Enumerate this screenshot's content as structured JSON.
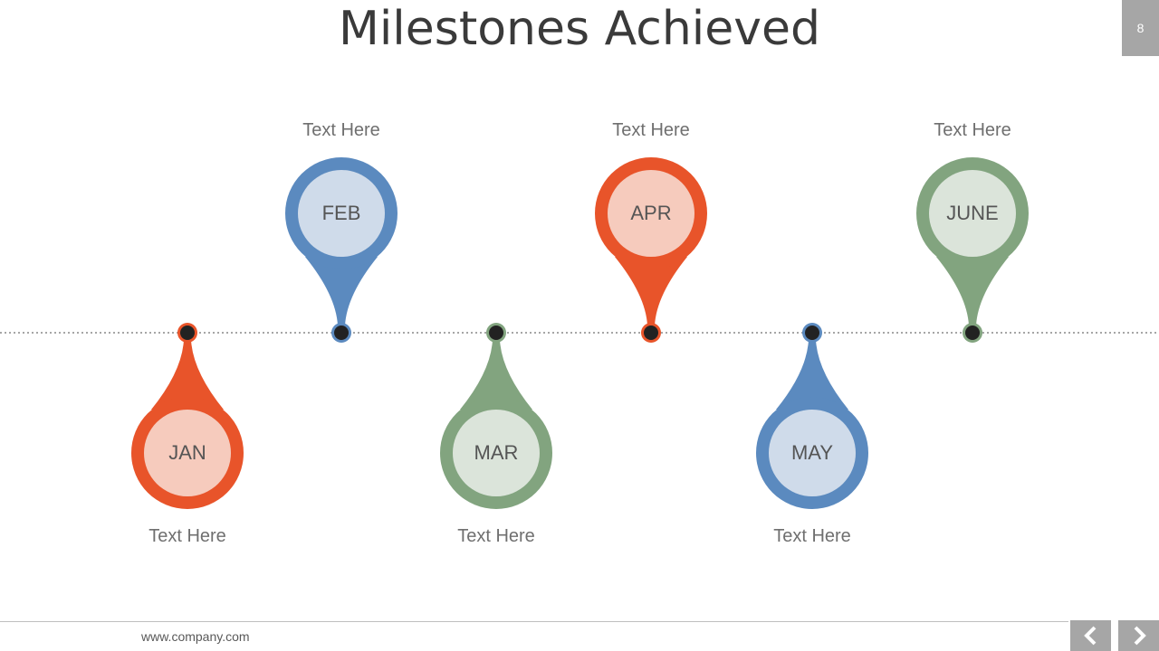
{
  "slide": {
    "title": "Milestones Achieved",
    "page_number": "8",
    "footer_url": "www.company.com"
  },
  "nav": {
    "prev_icon": "chevron-left-icon",
    "next_icon": "chevron-right-icon"
  },
  "colors": {
    "orange": "#e8542a",
    "orange_light": "#f6cbbd",
    "blue": "#5b8abf",
    "blue_light": "#cfdbea",
    "green": "#82a47f",
    "green_light": "#dbe4da",
    "dot": "#222222",
    "timeline": "#a6a6a6"
  },
  "milestones": [
    {
      "month": "JAN",
      "label": "Text Here",
      "position": "below",
      "color": "orange"
    },
    {
      "month": "FEB",
      "label": "Text Here",
      "position": "above",
      "color": "blue"
    },
    {
      "month": "MAR",
      "label": "Text Here",
      "position": "below",
      "color": "green"
    },
    {
      "month": "APR",
      "label": "Text Here",
      "position": "above",
      "color": "orange"
    },
    {
      "month": "MAY",
      "label": "Text Here",
      "position": "below",
      "color": "blue"
    },
    {
      "month": "JUNE",
      "label": "Text Here",
      "position": "above",
      "color": "green"
    }
  ]
}
